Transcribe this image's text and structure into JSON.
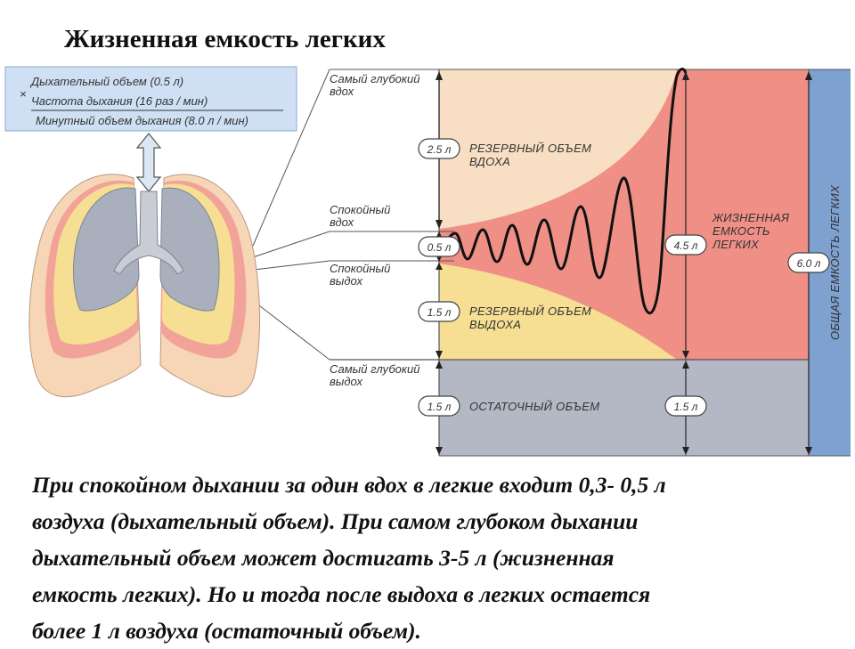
{
  "title": "Жизненная емкость легких",
  "formula": {
    "line1": "Дыхательный объем (0.5 л)",
    "times": "×",
    "line2": "Частота дыхания (16 раз / мин)",
    "line3": "Минутный объем дыхания (8.0 л / мин)"
  },
  "levels": {
    "deepest_inhale": [
      "Самый глубокий",
      "вдох"
    ],
    "quiet_inhale": [
      "Спокойный",
      "вдох"
    ],
    "quiet_exhale": [
      "Спокойный",
      "выдох"
    ],
    "deepest_exhale": [
      "Самый глубокий",
      "выдох"
    ]
  },
  "regions": {
    "inspiratory_reserve": [
      "РЕЗЕРВНЫЙ ОБЪЕМ",
      "ВДОХА"
    ],
    "expiratory_reserve": [
      "РЕЗЕРВНЫЙ ОБЪЕМ",
      "ВЫДОХА"
    ],
    "residual": "ОСТАТОЧНЫЙ ОБЪЕМ",
    "vital_capacity": [
      "ЖИЗНЕННАЯ",
      "ЕМКОСТЬ",
      "ЛЕГКИХ"
    ],
    "total_capacity": "ОБЩАЯ ЕМКОСТЬ ЛЕГКИХ"
  },
  "values": {
    "inspiratory_reserve": "2.5 л",
    "tidal": "0.5 л",
    "expiratory_reserve": "1.5 л",
    "residual": "1.5 л",
    "vital_capacity": "4.5 л",
    "residual_right": "1.5 л",
    "total_capacity": "6.0 л"
  },
  "caption": [
    "При спокойном дыхании за один вдох в легкие входит 0,3- 0,5 л",
    "воздуха (дыхательный объем). При самом глубоком дыхании",
    "дыхательный объем может достигать 3-5 л (жизненная",
    "емкость легких). Но и тогда после выдоха в легких остается",
    "более 1 л воздуха (остаточный объем)."
  ],
  "colors": {
    "inspiratory_reserve": "#f8dfc4",
    "vital_capacity": "#ef8f85",
    "expiratory_reserve": "#f6df93",
    "residual": "#b3b8c4",
    "total_capacity": "#7fa1d0",
    "formula_box": "#cfe0f4",
    "lung_grey": "#a9afbd",
    "lung_outer": "#f7d5b7"
  }
}
